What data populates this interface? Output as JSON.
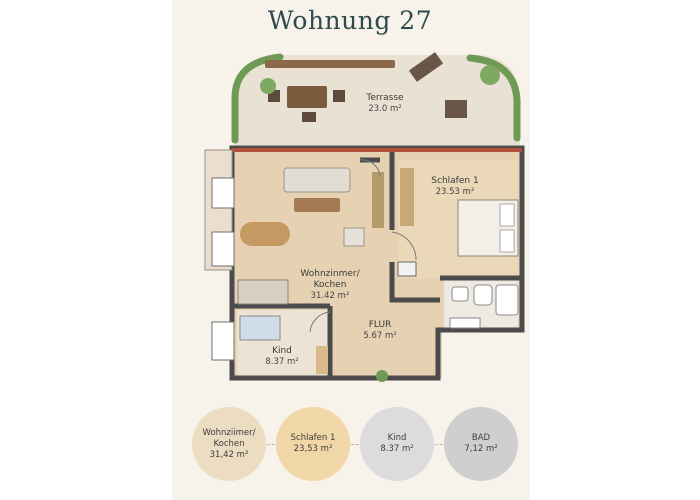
{
  "title": "Wohnung 27",
  "rooms": [
    {
      "id": "terrasse",
      "name": "Terrasse",
      "area": "23.0 m²"
    },
    {
      "id": "schlafen",
      "name": "Schlafen 1",
      "area": "23.53 m²"
    },
    {
      "id": "wohnen",
      "name": "Wohnzinmer/\nKochen",
      "area": "31.42 m²"
    },
    {
      "id": "flur",
      "name": "FLUR",
      "area": "5.67 m²"
    },
    {
      "id": "kind",
      "name": "Kind",
      "area": "8.37 m²"
    }
  ],
  "legend": [
    {
      "name": "Wohnziimer/\nKochen",
      "area": "31,42 m²",
      "color": "#ecdcc2"
    },
    {
      "name": "Schlafen 1",
      "area": "23,53 m²",
      "color": "#f1d6a8"
    },
    {
      "name": "Kind",
      "area": "8.37 m²",
      "color": "#dcdcdc"
    },
    {
      "name": "BAD",
      "area": "7,12 m²",
      "color": "#cfcfcf"
    }
  ]
}
